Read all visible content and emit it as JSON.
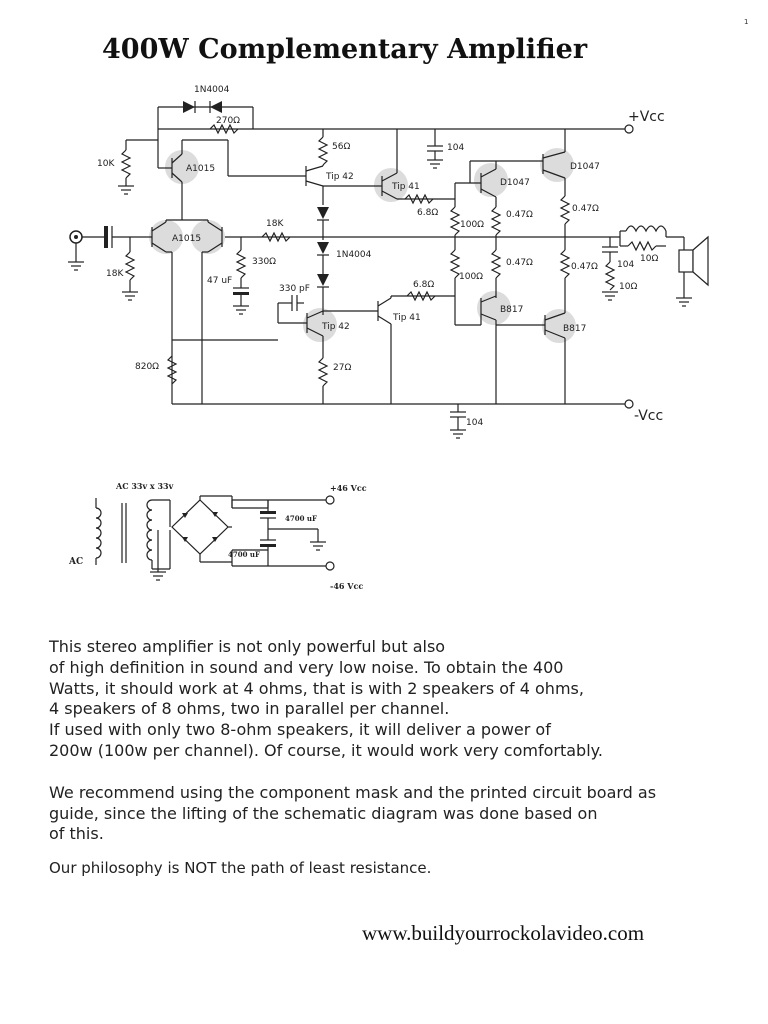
{
  "page_number": "1",
  "title": "400W Complementary Amplifier",
  "schematic": {
    "labels": {
      "diode_pair": "1N4004",
      "r_feedback": "270Ω",
      "r_10k": "10K",
      "q_a1015_top": "A1015",
      "r_56": "56Ω",
      "cap_104_top": "104",
      "tip42_top": "Tip 42",
      "tip41_top": "Tip 41",
      "d1047_left": "D1047",
      "d1047_right": "D1047",
      "r_68_top": "6.8Ω",
      "r_047_a": "0.47Ω",
      "r_047_b": "0.47Ω",
      "r_100_top": "100Ω",
      "q_a1015_pair": "A1015",
      "r_18k_in": "18K",
      "r_18k_series": "18K",
      "diode_mid": "1N4004",
      "r_330": "330Ω",
      "cap_47": "47 uF",
      "cap_330p": "330 pF",
      "r_047_c": "0.47Ω",
      "r_047_d": "0.47Ω",
      "cap_104_out": "104",
      "r_10_coil": "10Ω",
      "r_10_zobel": "10Ω",
      "r_100_bot": "100Ω",
      "r_68_bot": "6.8Ω",
      "tip41_bot": "Tip 41",
      "tip42_bot": "Tip 42",
      "b817_left": "B817",
      "b817_right": "B817",
      "r_820": "820Ω",
      "r_27": "27Ω",
      "cap_104_bot": "104",
      "vcc_pos": "+Vcc",
      "vcc_neg": "-Vcc"
    }
  },
  "power_supply": {
    "ac_label": "AC 33v x 33v",
    "ac_in": "AC",
    "cap_top": "4700 uF",
    "cap_bot": "4700 uF",
    "pos_rail": "+46 Vcc",
    "neg_rail": "-46 Vcc"
  },
  "body": {
    "p1_lines": [
      "This stereo amplifier is not only powerful but also",
      "of high definition in sound and very low noise. To obtain the 400",
      "Watts, it should work at 4 ohms, that is with 2 speakers of 4 ohms,",
      "4 speakers of 8 ohms, two in parallel per channel.",
      "If used with only two 8-ohm speakers, it will deliver a power of",
      "200w (100w per channel). Of course, it would work very comfortably."
    ],
    "p2_lines": [
      "We recommend using the component mask and the printed circuit board as",
      "guide, since the lifting of the schematic diagram was done based on",
      "of this."
    ],
    "motto": "Our philosophy is NOT the path of least resistance."
  },
  "url": "www.buildyourrockolavideo.com"
}
